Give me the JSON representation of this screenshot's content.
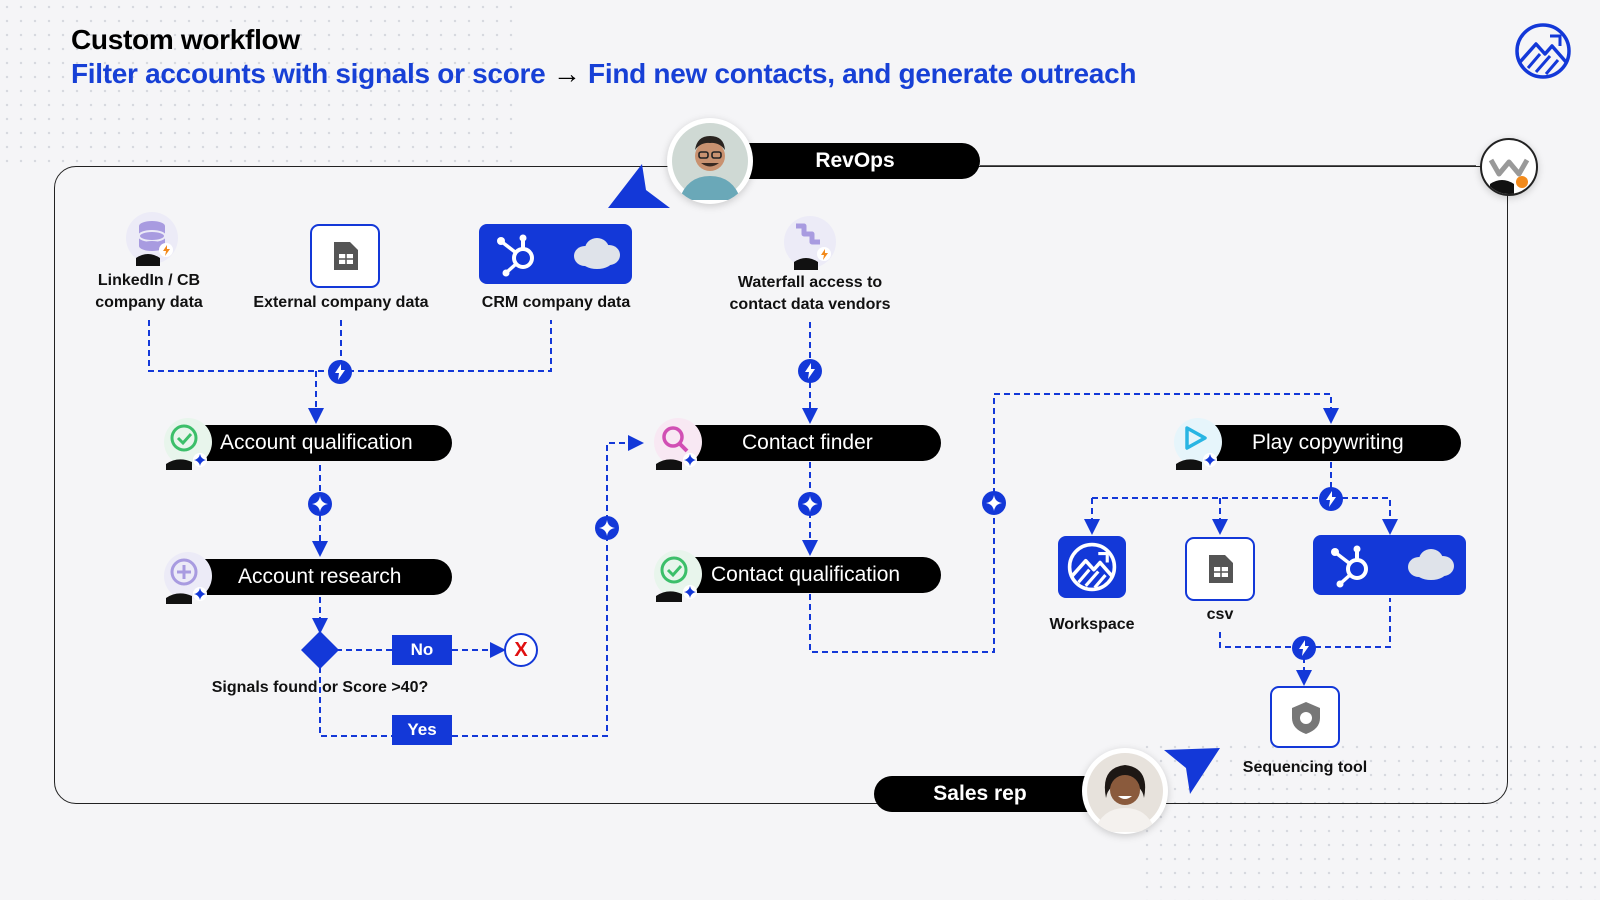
{
  "header": {
    "title": "Custom workflow",
    "subtitle_part1": "Filter accounts with signals or score",
    "subtitle_arrow": "→",
    "subtitle_part2": "Find new contacts, and generate outreach"
  },
  "roles": {
    "top": "RevOps",
    "bottom": "Sales rep"
  },
  "sources": {
    "linkedin": "LinkedIn / CB\ncompany data",
    "external": "External company data",
    "crm": "CRM company data",
    "waterfall": "Waterfall access to\ncontact data vendors"
  },
  "steps": {
    "account_qualification": "Account qualification",
    "account_research": "Account research",
    "contact_finder": "Contact finder",
    "contact_qualification": "Contact qualification",
    "play_copywriting": "Play copywriting"
  },
  "decision": {
    "question": "Signals found or Score >40?",
    "no": "No",
    "yes": "Yes",
    "reject": "X"
  },
  "outputs": {
    "workspace": "Workspace",
    "csv": "csv",
    "sequencing": "Sequencing tool"
  },
  "colors": {
    "accent": "#1338d8",
    "title_blue": "#1740d6",
    "pill": "#000000",
    "reject": "#e01010"
  },
  "icons": {
    "logo": "mountain-logo-icon",
    "database": "database-icon",
    "sheet": "sheet-icon",
    "hubspot": "hubspot-icon",
    "salesforce": "cloud-icon",
    "bolt": "bolt-icon",
    "sparkle": "sparkle-icon",
    "check": "check-icon",
    "plus": "plus-icon",
    "search": "search-icon",
    "play": "play-icon",
    "shield": "shield-icon"
  }
}
